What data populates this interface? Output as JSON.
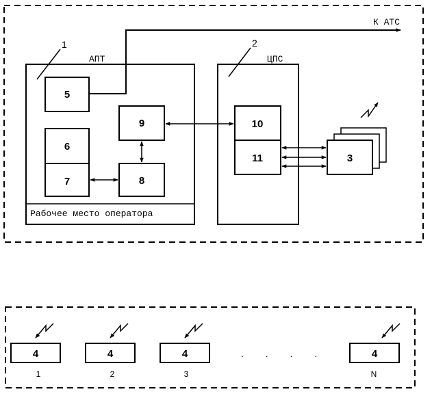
{
  "top_group": {
    "external_label": "К АТС",
    "apt": {
      "ref": "1",
      "label": "АПТ",
      "operator_label": "Рабочее место оператора"
    },
    "cps": {
      "ref": "2",
      "label": "ЦПС"
    },
    "blocks": {
      "b5": "5",
      "b6": "6",
      "b7": "7",
      "b8": "8",
      "b9": "9",
      "b10": "10",
      "b11": "11",
      "b3": "3"
    }
  },
  "bottom_group": {
    "terminal_label": "4",
    "terminals": [
      "1",
      "2",
      "3",
      "N"
    ],
    "ellipsis": ". . . ."
  }
}
